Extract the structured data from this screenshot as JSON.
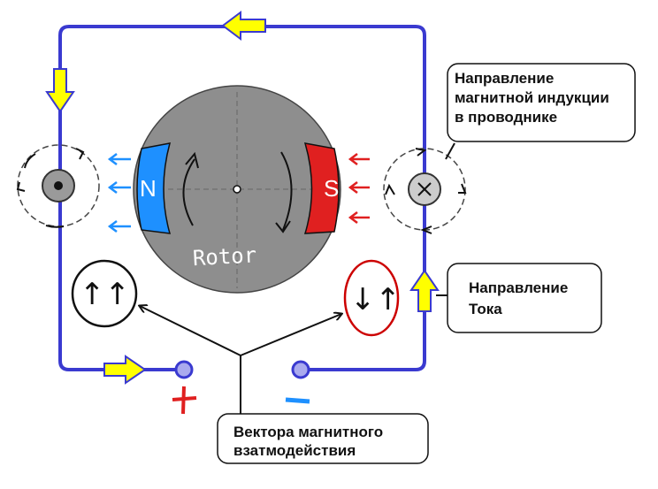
{
  "labels": {
    "induction_callout": [
      "Направление",
      "магнитной индукции",
      "в проводнике"
    ],
    "current_callout": [
      "Направление",
      "Тока"
    ],
    "vectors_callout": [
      "Вектора магнитного",
      "взатмодействия"
    ],
    "rotor": "Rotor",
    "pole_north": "N",
    "pole_south": "S",
    "left_vectors": "↑↑",
    "right_vectors": "↓↑"
  },
  "colors": {
    "wire": "#3a3ad0",
    "arrow_fill": "#ffff00",
    "rotor": "#8e8e8e",
    "north_pole": "#1e90ff",
    "south_pole": "#e02020",
    "left_field_arrows": "#1e90ff",
    "right_field_arrows": "#e02020",
    "plus_terminal": "#e02020",
    "minus_terminal": "#1e90ff",
    "right_vector_circle": "#cc0000"
  },
  "icons": {
    "left_conductor": "dot-icon",
    "right_conductor": "cross-icon",
    "plus_sign": "plus-icon",
    "minus_sign": "minus-icon"
  }
}
